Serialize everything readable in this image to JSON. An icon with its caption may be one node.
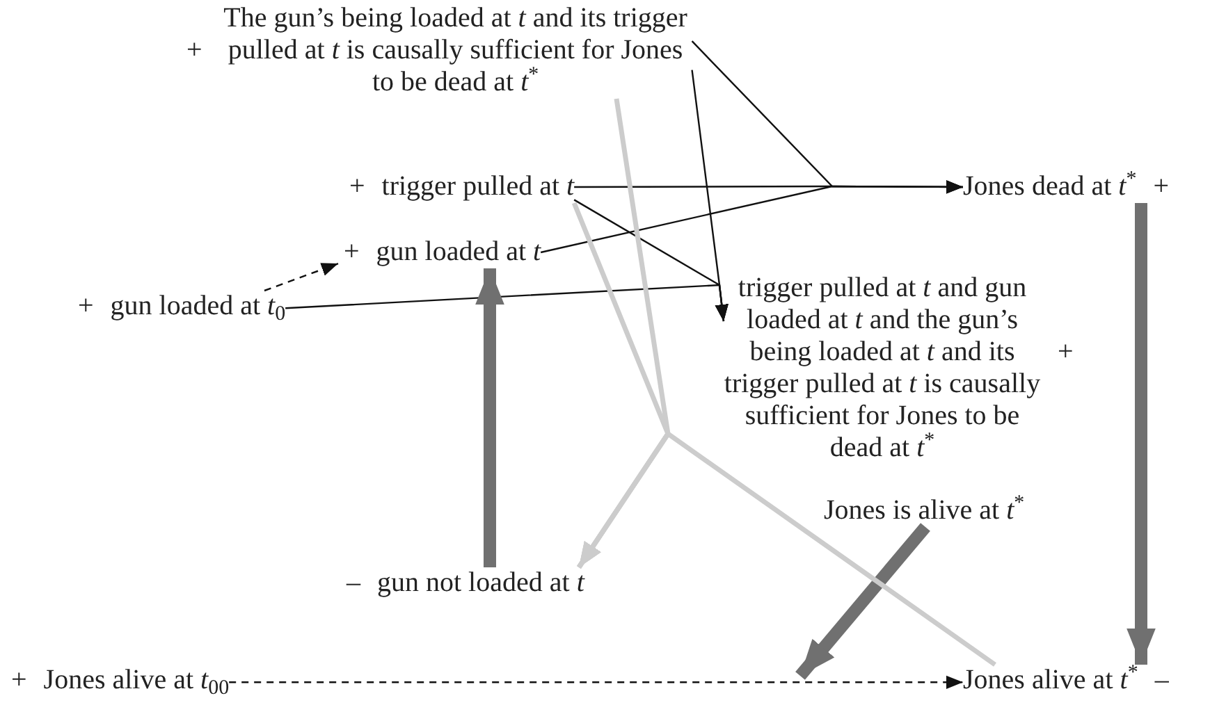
{
  "diagram": {
    "nodes": [
      {
        "text": [
          "The gun’s being loaded at *t* and its trigger pulled at *t* is causally sufficient for Jones to be dead at *t*$^{*}$"
        ],
        "beside": [
          "+"
        ]
      },
      {
        "text": [
          "trigger pulled at *t*"
        ],
        "beside": [
          "+"
        ]
      },
      {
        "text": [
          "Jones dead at *t*$^{*}$"
        ],
        "beside": [
          "+"
        ]
      },
      {
        "text": [
          "gun loaded at *t*"
        ],
        "beside": [
          "+"
        ]
      },
      {
        "text": [
          "gun loaded at *t*$_{0}$"
        ],
        "beside": [
          "+"
        ]
      },
      {
        "text": [
          "trigger pulled at *t* and gun loaded at *t* and the gun’s being loaded at *t* and its trigger pulled at *t* is causally sufficient for Jones to be dead at *t*$^{*}$"
        ],
        "beside": [
          "+"
        ]
      },
      {
        "text": [
          "Jones is alive at *t*$^{*}$"
        ]
      },
      {
        "text": [
          "gun not loaded at *t*"
        ],
        "beside": [
          "–"
        ]
      },
      {
        "text": [
          "Jones alive at *t*$_{00}$"
        ],
        "beside": [
          "+"
        ]
      },
      {
        "text": [
          "Jones alive at *t*$^{*}$"
        ],
        "beside": [
          "–"
        ]
      }
    ],
    "edges": [
      {
        "from": 0,
        "to": 2,
        "arrow": "to"
      },
      {
        "from": 1,
        "to": 2,
        "arrow": "to"
      },
      {
        "from": 3,
        "to": 2,
        "arrow": "to"
      },
      {
        "from": 4,
        "to": 5,
        "arrow": "to"
      },
      {
        "from": 0,
        "to": 5,
        "arrow": "to"
      },
      {
        "from": 1,
        "to": 5,
        "arrow": "to"
      },
      {
        "from": 4,
        "to": 3,
        "arrow": "to",
        "style": "dashed"
      },
      {
        "from": 8,
        "to": 9,
        "arrow": "to",
        "style": "dashed"
      },
      {
        "from": 7,
        "to": 3,
        "arrow": "to",
        "style": "thick",
        "color": "#707070"
      },
      {
        "from": 2,
        "to": 9,
        "arrow": "to",
        "style": "thick",
        "color": "#707070"
      },
      {
        "from": 6,
        "to": null,
        "arrow": "to",
        "style": "thick",
        "color": "#707070"
      },
      {
        "from": 0,
        "to": 7,
        "arrow": "to",
        "style": "thick",
        "color": "#cccccc"
      },
      {
        "from": 1,
        "to": 7,
        "arrow": "to",
        "style": "thick",
        "color": "#cccccc"
      },
      {
        "from": 9,
        "to": 7,
        "arrow": "to",
        "style": "thick",
        "color": "#cccccc"
      }
    ]
  }
}
